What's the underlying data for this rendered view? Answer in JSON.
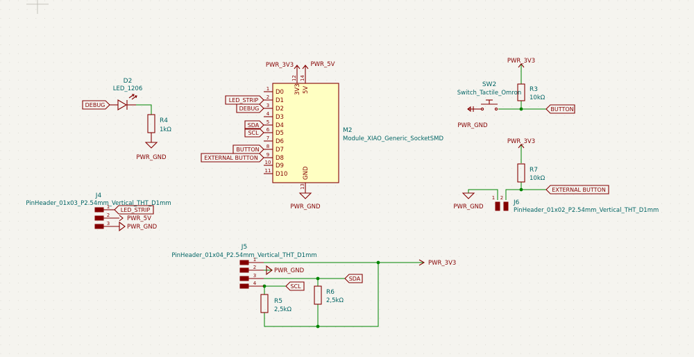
{
  "colors": {
    "background": "#f5f4ef",
    "wire": "#008400",
    "symbol": "#840000",
    "body_fill": "#ffffc2",
    "text": "#006464"
  },
  "d2": {
    "ref": "D2",
    "value": "LED_1206"
  },
  "r4": {
    "ref": "R4",
    "value": "1kΩ"
  },
  "r3": {
    "ref": "R3",
    "value": "10kΩ"
  },
  "r7": {
    "ref": "R7",
    "value": "10kΩ"
  },
  "r5": {
    "ref": "R5",
    "value": "2,5kΩ"
  },
  "r6": {
    "ref": "R6",
    "value": "2,5kΩ"
  },
  "sw2": {
    "ref": "SW2",
    "value": "Switch_Tactile_Omron"
  },
  "m2": {
    "ref": "M2",
    "value": "Module_XIAO_Generic_SocketSMD",
    "left_pins": [
      {
        "num": "1",
        "name": "D0"
      },
      {
        "num": "2",
        "name": "D1"
      },
      {
        "num": "3",
        "name": "D2"
      },
      {
        "num": "4",
        "name": "D3"
      },
      {
        "num": "5",
        "name": "D4"
      },
      {
        "num": "6",
        "name": "D5"
      },
      {
        "num": "7",
        "name": "D6"
      },
      {
        "num": "8",
        "name": "D7"
      },
      {
        "num": "9",
        "name": "D8"
      },
      {
        "num": "10",
        "name": "D9"
      },
      {
        "num": "11",
        "name": "D10"
      }
    ],
    "pin_3v3": {
      "num": "12",
      "name": "3V3"
    },
    "pin_5v": {
      "num": "14",
      "name": "5V"
    },
    "pin_gnd": {
      "num": "13",
      "name": "GND"
    }
  },
  "j4": {
    "ref": "J4",
    "value": "PinHeader_01x03_P2.54mm_Vertical_THT_D1mm",
    "pins": [
      "1",
      "2",
      "3"
    ]
  },
  "j5": {
    "ref": "J5",
    "value": "PinHeader_01x04_P2.54mm_Vertical_THT_D1mm",
    "pins": [
      "1",
      "2",
      "3",
      "4"
    ]
  },
  "j6": {
    "ref": "J6",
    "value": "PinHeader_01x02_P2.54mm_Vertical_THT_D1mm",
    "pins": [
      "1",
      "2"
    ]
  },
  "power": {
    "v3": "PWR_3V3",
    "v5": "PWR_5V",
    "gnd": "PWR_GND"
  },
  "labels": {
    "debug": "DEBUG",
    "led_strip": "LED_STRIP",
    "sda": "SDA",
    "scl": "SCL",
    "button": "BUTTON",
    "external_button": "EXTERNAL BUTTON"
  }
}
